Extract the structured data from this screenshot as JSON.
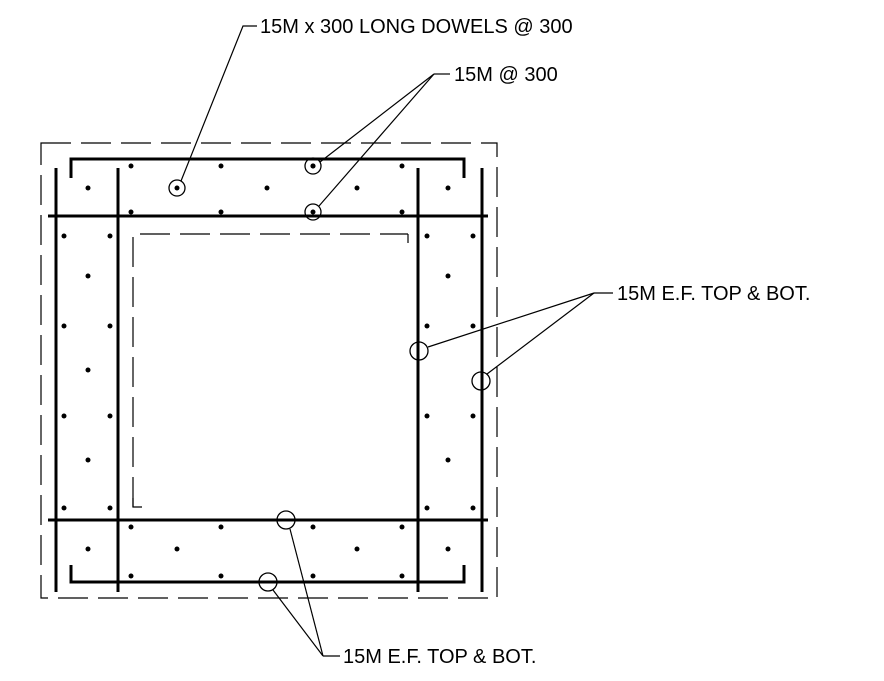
{
  "labels": {
    "dowels": "15M x 300 LONG DOWELS @ 300",
    "top_bars": "15M @ 300",
    "side_bars": "15M E.F. TOP & BOT.",
    "bottom_bars": "15M E.F. TOP & BOT."
  },
  "colors": {
    "line": "#000000",
    "background": "#ffffff"
  }
}
